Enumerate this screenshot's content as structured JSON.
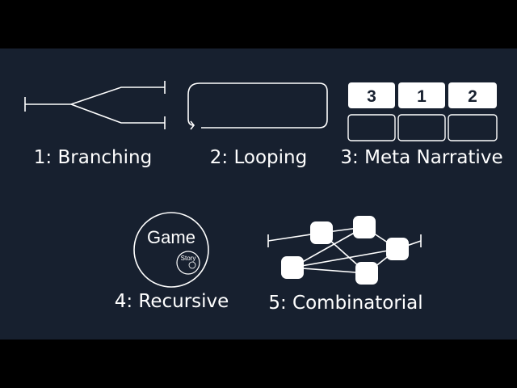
{
  "diagrams": {
    "branching": {
      "label": "1: Branching"
    },
    "looping": {
      "label": "2: Looping"
    },
    "meta_narrative": {
      "label": "3: Meta Narrative",
      "cards": [
        "3",
        "1",
        "2"
      ]
    },
    "recursive": {
      "label": "4: Recursive",
      "outer_text": "Game",
      "inner_text": "Story"
    },
    "combinatorial": {
      "label": "5: Combinatorial"
    }
  },
  "colors": {
    "background": "#17202f",
    "letterbox": "#000000",
    "foreground": "#ffffff"
  }
}
